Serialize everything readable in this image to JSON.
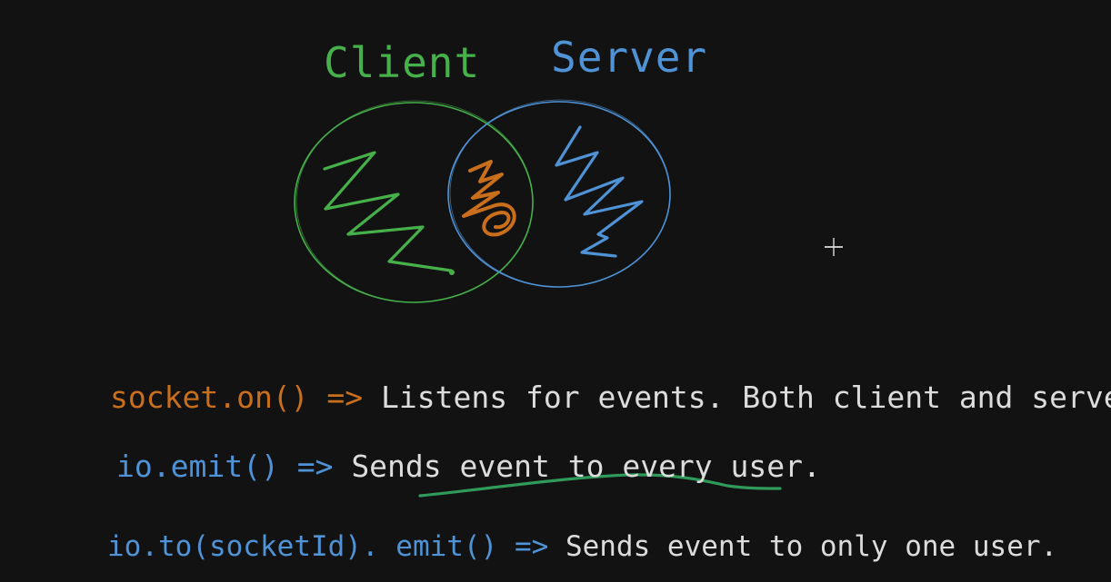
{
  "diagram": {
    "client_label": "Client",
    "server_label": "Server",
    "colors": {
      "background": "#121212",
      "client": "#46b04a",
      "server": "#4f93d6",
      "overlap": "#c96f1c",
      "text": "#dcdcdc",
      "underline": "#2f9a5a"
    }
  },
  "notes": [
    {
      "code": "socket.on()",
      "arrow": "=>",
      "text": "Listens for events. Both client and server",
      "code_color": "orange"
    },
    {
      "code": "io.emit()",
      "arrow": "=>",
      "text": "Sends event to every user.",
      "code_color": "blue"
    },
    {
      "code": "io.to(socketId). emit()",
      "arrow": "=>",
      "text": "Sends event to only one user.",
      "code_color": "blue"
    }
  ],
  "cursor": {
    "icon": "crosshair-cursor-icon"
  }
}
